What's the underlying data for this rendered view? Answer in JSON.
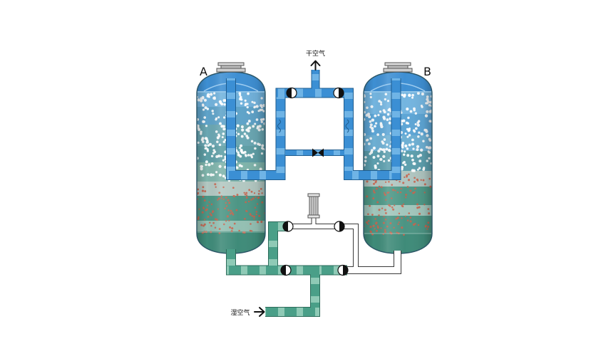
{
  "labels": {
    "tower_a": "A",
    "tower_b": "B",
    "dry_air": "干空气",
    "wet_air": "湿空气"
  },
  "colors": {
    "dry_air_pipe": "#3b8fd4",
    "dry_air_pipe_stripe": "#6fb4e6",
    "wet_air_pipe": "#4a9f88",
    "wet_air_pipe_stripe": "#8fcab6",
    "regeneration_pipe": "#ffffff",
    "desiccant_dry_bead": "#ffffff",
    "desiccant_wet_bead": "#c8644e",
    "valve": "#111111"
  }
}
